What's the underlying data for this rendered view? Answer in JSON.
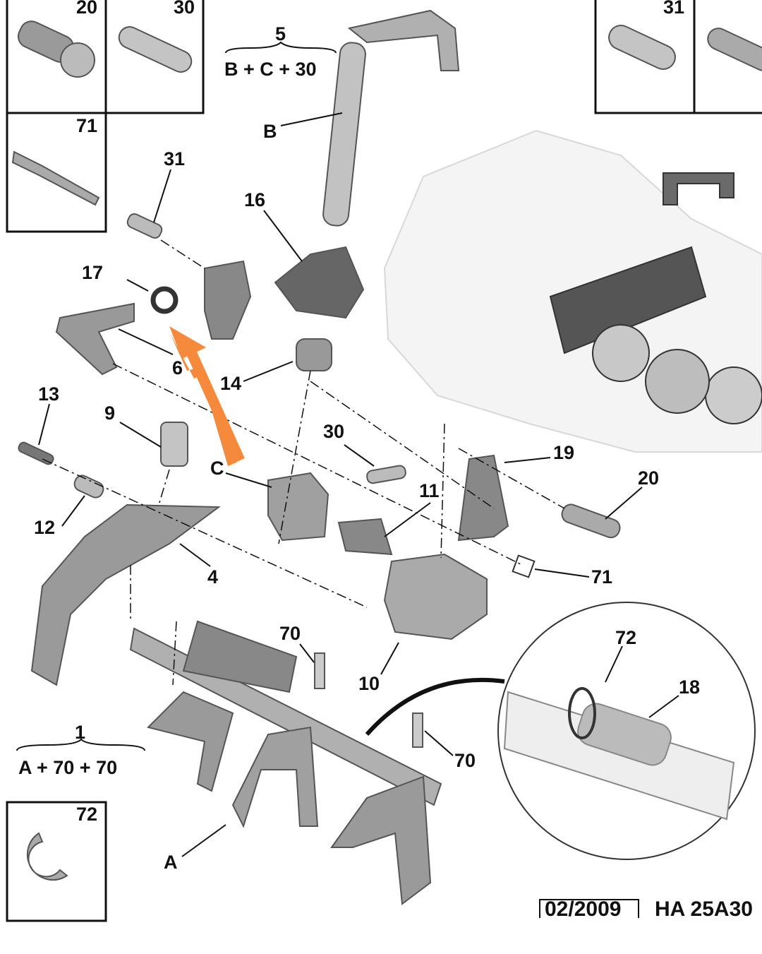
{
  "labels": [
    "20",
    "30",
    "71",
    "31",
    "5",
    "B + C + 30",
    "B",
    "31",
    "16",
    "17",
    "6",
    "14",
    "13",
    "9",
    "C",
    "30",
    "11",
    "19",
    "20",
    "12",
    "4",
    "71",
    "70",
    "72",
    "18",
    "10",
    "1",
    "A + 70 + 70",
    "70",
    "72",
    "A"
  ],
  "footer": {
    "date": "02/2009",
    "reference": "HA 25A30"
  },
  "colors": {
    "arrow": "#f58a3c",
    "part": "#a9a9a9",
    "line": "#111111"
  }
}
